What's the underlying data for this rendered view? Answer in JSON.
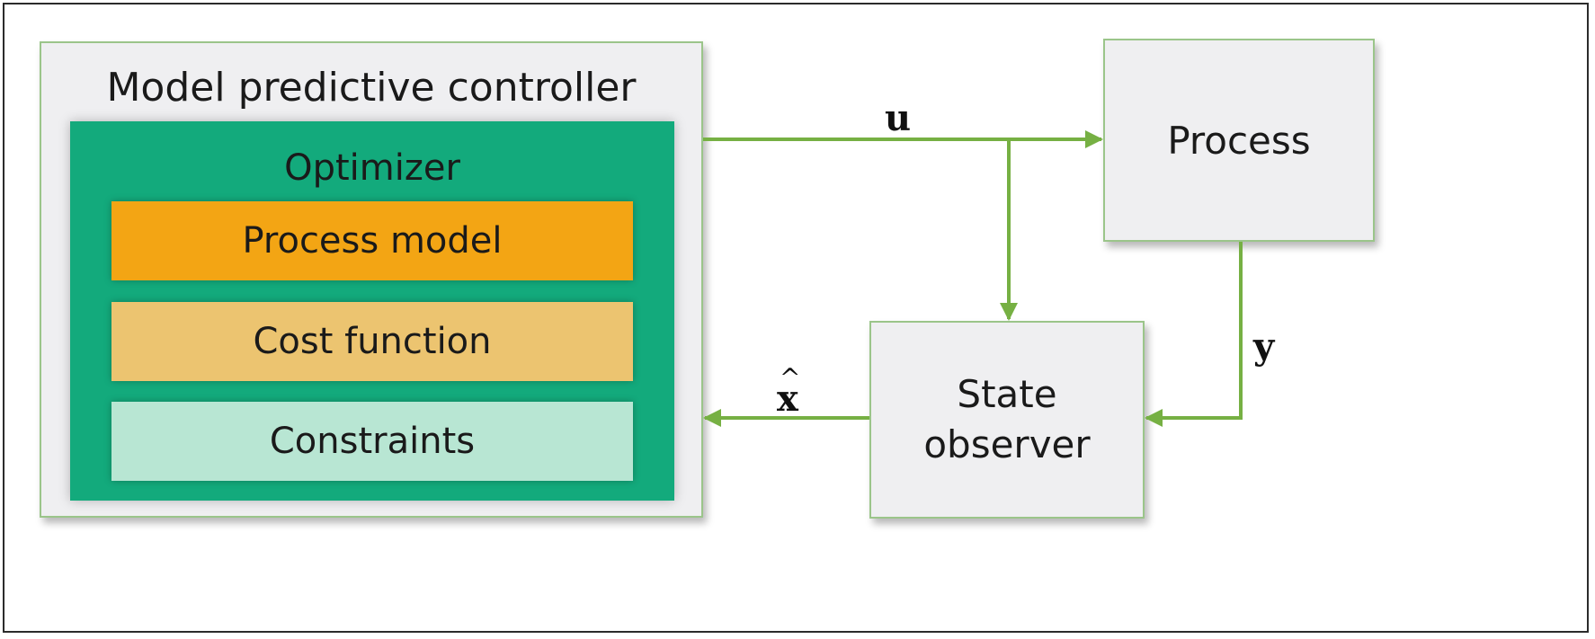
{
  "diagram": {
    "mpc_title": "Model predictive controller",
    "optimizer_title": "Optimizer",
    "layers": [
      "Process model",
      "Cost function",
      "Constraints"
    ],
    "process_label": "Process",
    "observer_line1": "State",
    "observer_line2": "observer",
    "signal_u": "u",
    "signal_y": "y",
    "signal_x": "x",
    "signal_x_hat": "^",
    "colors": {
      "wire": "#76b043",
      "optimizer": "#13aa7c",
      "process_model": "#f3a514",
      "cost_function": "#ecc470",
      "constraints": "#b8e6d3",
      "block_fill": "#efeff1"
    }
  }
}
